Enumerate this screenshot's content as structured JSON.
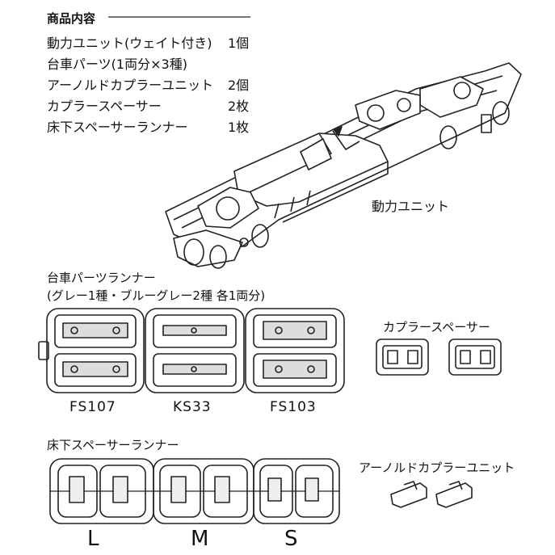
{
  "contents": {
    "heading": "商品内容",
    "items": [
      {
        "name": "動力ユニット(ウェイト付き)",
        "qty": "1個"
      },
      {
        "name": "台車パーツ(1両分×3種)",
        "qty": ""
      },
      {
        "name": "アーノルドカプラーユニット",
        "qty": "2個"
      },
      {
        "name": "カプラースペーサー",
        "qty": "2枚"
      },
      {
        "name": "床下スペーサーランナー",
        "qty": "1枚"
      }
    ]
  },
  "power_unit": {
    "label": "動力ユニット"
  },
  "bogie_runner": {
    "title": "台車パーツランナー",
    "subtitle": "(グレー1種・ブルーグレー2種 各1両分)",
    "codes": [
      "FS107",
      "KS33",
      "FS103"
    ]
  },
  "coupler_spacer": {
    "label": "カプラースペーサー"
  },
  "floor_runner": {
    "title": "床下スペーサーランナー",
    "sizes": [
      "L",
      "M",
      "S"
    ]
  },
  "arnold_unit": {
    "label": "アーノルドカプラーユニット"
  }
}
